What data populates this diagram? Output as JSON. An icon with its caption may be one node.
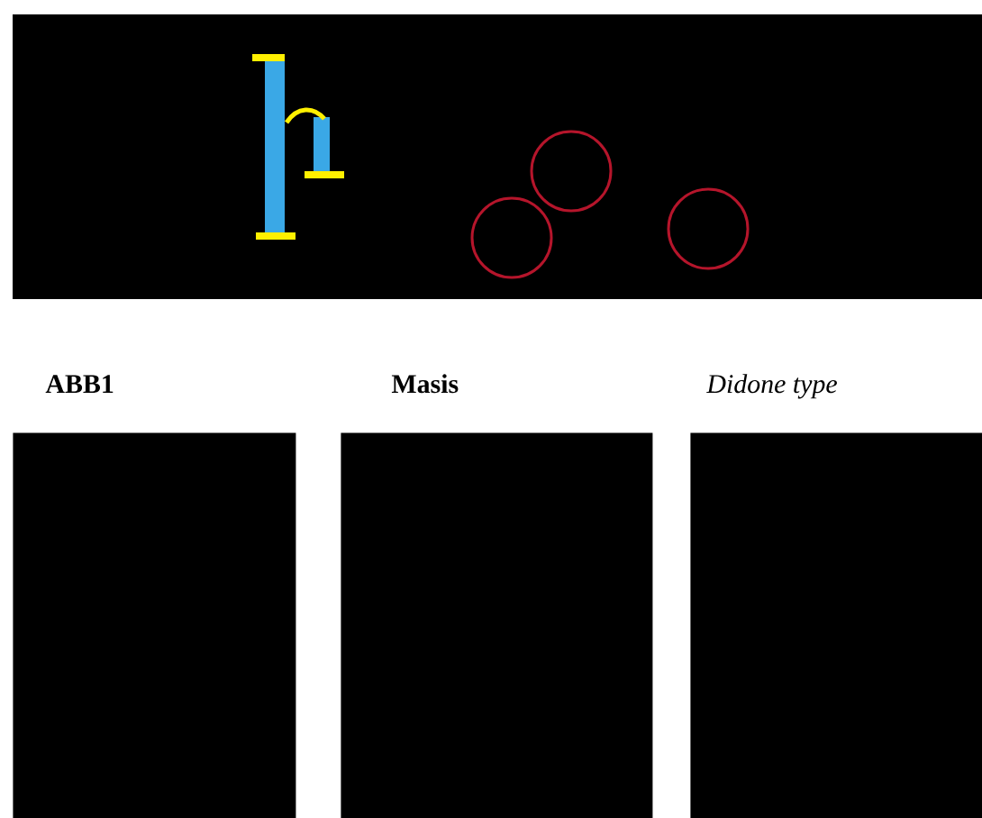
{
  "diagram": {
    "nodes": [
      {
        "text": [
          "ABB1"
        ]
      },
      {
        "text": [
          "Masis"
        ]
      },
      {
        "text": [
          "Didone type"
        ]
      }
    ]
  }
}
